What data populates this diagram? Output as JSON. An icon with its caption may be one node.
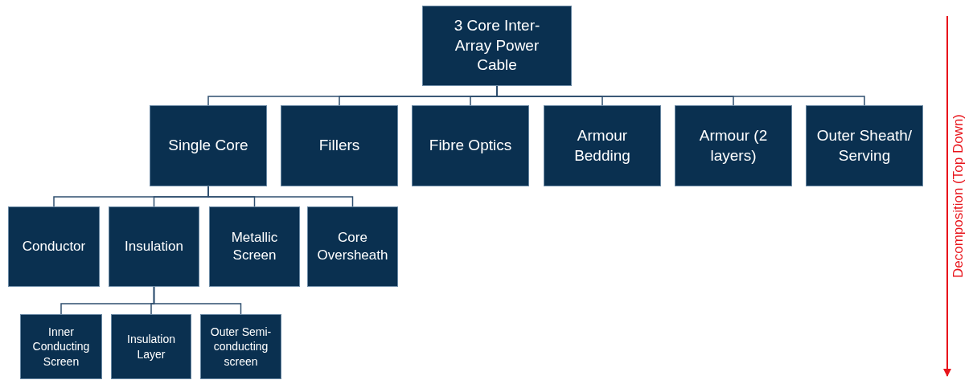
{
  "diagram": {
    "nodes": [
      {
        "text": [
          "3 Core Inter-Array Power Cable"
        ]
      },
      {
        "text": [
          "Single Core"
        ]
      },
      {
        "text": [
          "Fillers"
        ]
      },
      {
        "text": [
          "Fibre Optics"
        ]
      },
      {
        "text": [
          "Armour Bedding"
        ]
      },
      {
        "text": [
          "Armour (2 layers)"
        ]
      },
      {
        "text": [
          "Outer Sheath/ Serving"
        ]
      },
      {
        "text": [
          "Conductor"
        ]
      },
      {
        "text": [
          "Insulation"
        ]
      },
      {
        "text": [
          "Metallic Screen"
        ]
      },
      {
        "text": [
          "Core Oversheath"
        ]
      },
      {
        "text": [
          "Inner Conducting Screen"
        ]
      },
      {
        "text": [
          "Insulation Layer"
        ]
      },
      {
        "text": [
          "Outer Semi-conducting screen"
        ]
      }
    ],
    "edges": [
      {
        "from": 0,
        "to": 1,
        "arrow": "none"
      },
      {
        "from": 0,
        "to": 2,
        "arrow": "none"
      },
      {
        "from": 0,
        "to": 3,
        "arrow": "none"
      },
      {
        "from": 0,
        "to": 4,
        "arrow": "none"
      },
      {
        "from": 0,
        "to": 5,
        "arrow": "none"
      },
      {
        "from": 0,
        "to": 6,
        "arrow": "none"
      },
      {
        "from": 1,
        "to": 7,
        "arrow": "none"
      },
      {
        "from": 1,
        "to": 8,
        "arrow": "none"
      },
      {
        "from": 1,
        "to": 9,
        "arrow": "none"
      },
      {
        "from": 1,
        "to": 10,
        "arrow": "none"
      },
      {
        "from": 8,
        "to": 11,
        "arrow": "none"
      },
      {
        "from": 8,
        "to": 12,
        "arrow": "none"
      },
      {
        "from": 8,
        "to": 13,
        "arrow": "none"
      }
    ],
    "labels": [
      "Decomposition (Top Down)"
    ]
  }
}
